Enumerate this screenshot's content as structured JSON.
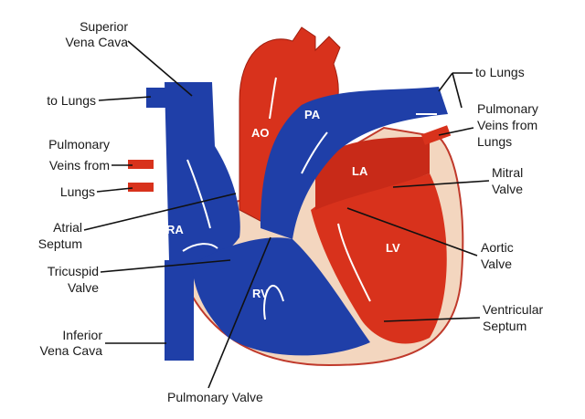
{
  "labels": {
    "superior_vena_cava": [
      "Superior",
      "Vena Cava"
    ],
    "to_lungs_left": "to Lungs",
    "pulmonary_veins_left": [
      "Pulmonary",
      "Veins from",
      "Lungs"
    ],
    "atrial_septum": [
      "Atrial",
      "Septum"
    ],
    "tricuspid_valve": [
      "Tricuspid",
      "Valve"
    ],
    "inferior_vena_cava": [
      "Inferior",
      "Vena Cava"
    ],
    "pulmonary_valve": "Pulmonary Valve",
    "to_lungs_right": "to Lungs",
    "pulmonary_veins_right": [
      "Pulmonary",
      "Veins from",
      "Lungs"
    ],
    "mitral_valve": [
      "Mitral",
      "Valve"
    ],
    "aortic_valve": [
      "Aortic",
      "Valve"
    ],
    "ventricular_septum": [
      "Ventricular",
      "Septum"
    ]
  },
  "chambers": {
    "ao": "AO",
    "pa": "PA",
    "la": "LA",
    "ra": "RA",
    "lv": "LV",
    "rv": "RV"
  },
  "colors": {
    "oxygenated": "#d8321c",
    "deoxygenated": "#1f3fa8",
    "outline": "#f2d2b8"
  }
}
